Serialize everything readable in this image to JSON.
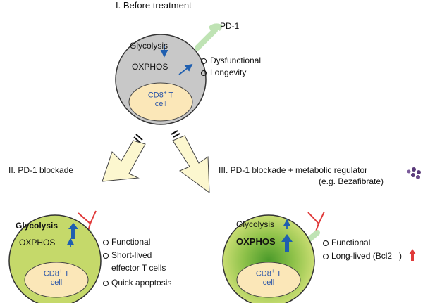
{
  "stage1": {
    "title": "I. Before treatment",
    "receptor": "PD-1",
    "metabolism": [
      "Glycolysis",
      "OXPHOS"
    ],
    "traits": [
      "Dysfunctional",
      "Longevity"
    ],
    "cell_label_a": "CD8",
    "cell_label_sup": "+",
    "cell_label_b": " T",
    "cell_label_c": "cell"
  },
  "stage2": {
    "title": "II. PD-1 blockade",
    "metabolism": [
      "Glycolysis",
      "OXPHOS"
    ],
    "traits": [
      "Functional",
      "Short-lived",
      "effector T cells",
      "Quick apoptosis"
    ],
    "cell_label_a": "CD8",
    "cell_label_sup": "+",
    "cell_label_b": " T",
    "cell_label_c": "cell"
  },
  "stage3": {
    "title": "III. PD-1 blockade + metabolic regulator",
    "subtitle": "(e.g. Bezafibrate)",
    "metabolism": [
      "Glycolysis",
      "OXPHOS"
    ],
    "traits": [
      "Functional",
      "Long-lived (Bcl2"
    ],
    "trait_suffix": ")",
    "cell_label_a": "CD8",
    "cell_label_sup": "+",
    "cell_label_b": " T",
    "cell_label_c": "cell"
  },
  "colors": {
    "resting_cell": "#c8c8c8",
    "active_cell": "#c5d96a",
    "nucleus": "#fbe7b8",
    "receptor": "#bfe3b4",
    "antibody": "#e03a3a",
    "arrow": "#1f5fb0",
    "flow_arrow": "#fcf7cf",
    "bullet_dots": "#5a3a7a"
  },
  "icons": [
    "thin-arrow-icon",
    "thick-arrow-icon",
    "bcl2-up-arrow-icon",
    "bead-cluster-icon",
    "antibody-icon"
  ]
}
